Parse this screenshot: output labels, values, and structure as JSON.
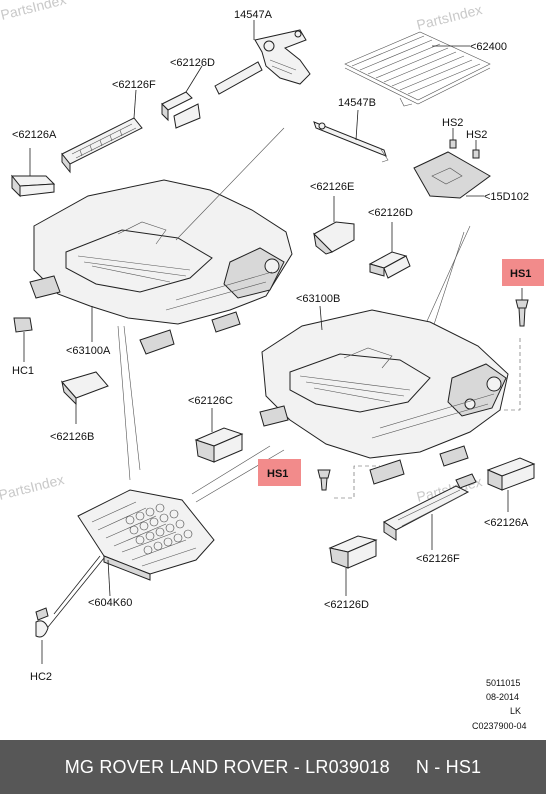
{
  "watermarks": [
    "PartsIndex",
    "PartsIndex",
    "PartsIndex"
  ],
  "callouts": {
    "p14547A": "14547A",
    "p62400": "<62400",
    "p62126D_top": "<62126D",
    "p62126F_top": "<62126F",
    "p14547B": "14547B",
    "pHS2_a": "HS2",
    "pHS2_b": "HS2",
    "p62126A_left": "<62126A",
    "p62126E": "<62126E",
    "p15D102": "<15D102",
    "p62126D_mid": "<62126D",
    "pHS1_right": "HS1",
    "p63100B": "<63100B",
    "pHC1": "HC1",
    "p63100A": "<63100A",
    "p62126B": "<62126B",
    "p62126C": "<62126C",
    "pHS1_mid": "HS1",
    "p62126A_right": "<62126A",
    "p62126F_bottom": "<62126F",
    "p604K60": "<604K60",
    "p62126D_bottom": "<62126D",
    "pHC2": "HC2"
  },
  "meta": {
    "code1": "5011015",
    "date": "08-2014",
    "initials": "LK",
    "drawing": "C0237900-04"
  },
  "colors": {
    "highlight_fill": "#f28b8b",
    "footer_bg": "#575757",
    "footer_text": "#ffffff"
  },
  "footer": {
    "text": "MG ROVER LAND ROVER - LR039018     N - HS1"
  }
}
